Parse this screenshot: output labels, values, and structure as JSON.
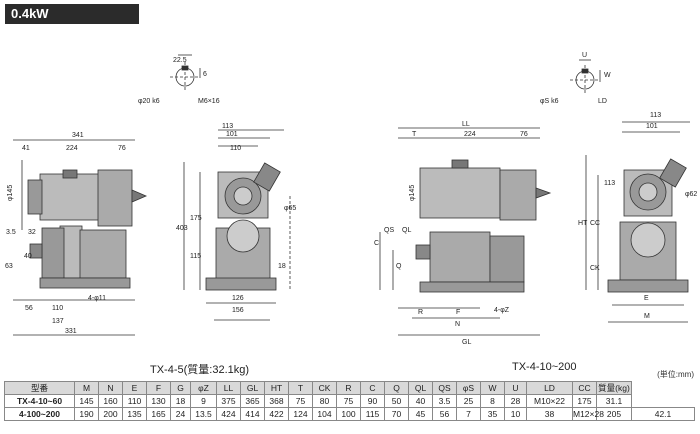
{
  "header": {
    "title": "0.4kW"
  },
  "drawing_left": {
    "caption": "TX-4-5(質量:32.1kg)",
    "shaft_dims": {
      "width": "22.5",
      "key": "6",
      "shaft": "φ20 k6",
      "tap": "M6×16"
    },
    "dims": [
      "341",
      "41",
      "224",
      "76",
      "331",
      "137",
      "110",
      "56",
      "3.5",
      "32",
      "40",
      "63",
      "4-φ11",
      "φ145"
    ],
    "side_dims": [
      "113",
      "101",
      "110",
      "φ65",
      "110",
      "175",
      "403",
      "115",
      "18",
      "156",
      "126"
    ]
  },
  "drawing_right": {
    "caption": "TX-4-10~200",
    "shaft_dims": {
      "width": "U",
      "key": "W",
      "shaft": "φS k6",
      "tap": "LD"
    },
    "dims": [
      "LL",
      "T",
      "224",
      "76",
      "GL",
      "N",
      "R",
      "F",
      "4-φZ",
      "QS",
      "QL",
      "C",
      "Q",
      "φ145"
    ],
    "side_dims": [
      "113",
      "101",
      "113",
      "φ62",
      "HT",
      "CC",
      "CK",
      "E",
      "M"
    ]
  },
  "table": {
    "unit_note": "(単位:mm)",
    "headers": [
      "型番",
      "M",
      "N",
      "E",
      "F",
      "G",
      "φZ",
      "LL",
      "GL",
      "HT",
      "T",
      "CK",
      "R",
      "C",
      "Q",
      "QL",
      "QS",
      "φS",
      "W",
      "U",
      "LD",
      "CC",
      "質量(kg)"
    ],
    "rows": [
      [
        "TX-4-10~60",
        "145",
        "160",
        "110",
        "130",
        "18",
        "9",
        "375",
        "365",
        "368",
        "75",
        "80",
        "75",
        "90",
        "50",
        "40",
        "3.5",
        "25",
        "8",
        "28",
        "M10×22",
        "175",
        "31.1"
      ],
      [
        "4-100~200",
        "190",
        "200",
        "135",
        "165",
        "24",
        "13.5",
        "424",
        "414",
        "422",
        "124",
        "104",
        "100",
        "115",
        "70",
        "45",
        "56",
        "7",
        "35",
        "10",
        "38",
        "M12×28",
        "205",
        "42.1"
      ]
    ]
  }
}
